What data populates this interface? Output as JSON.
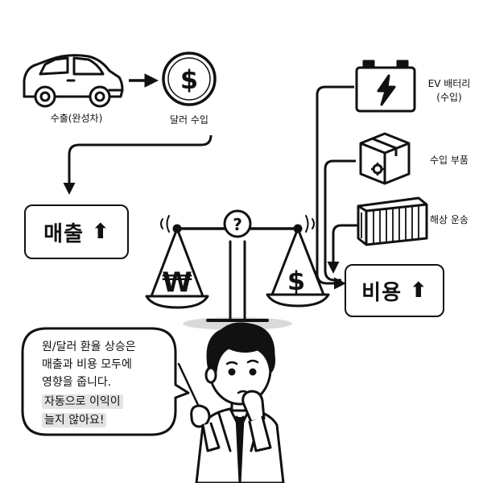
{
  "labels": {
    "export_car": "수출(완성차)",
    "dollar_income": "달러 수입",
    "ev_battery_line1": "EV 배터리",
    "ev_battery_line2": "(수입)",
    "imported_parts": "수입 부품",
    "shipping": "해상 운송"
  },
  "boxes": {
    "revenue": {
      "label": "매출",
      "arrow": "⬆"
    },
    "cost": {
      "label": "비용",
      "arrow": "⬆"
    }
  },
  "scale": {
    "question_mark": "?",
    "won_symbol": "₩",
    "dollar_symbol": "$"
  },
  "coin_symbol": "$",
  "speech_bubble": {
    "lines": [
      "원/달러 환율 상승은",
      "매출과 비용 모두에",
      "영향을 줍니다."
    ],
    "highlight_lines": [
      "자동으로 이익이",
      "늘지 않아요!"
    ]
  },
  "icons": {
    "car": "car-icon",
    "coin": "dollar-coin-icon",
    "battery": "battery-icon",
    "parts_box": "parts-box-icon",
    "container": "shipping-container-icon",
    "scale": "balance-scale-icon",
    "person": "thinking-person-icon"
  },
  "colors": {
    "ink": "#111111",
    "highlight": "#e3e3e3",
    "shadow": "#d9d9d9"
  }
}
